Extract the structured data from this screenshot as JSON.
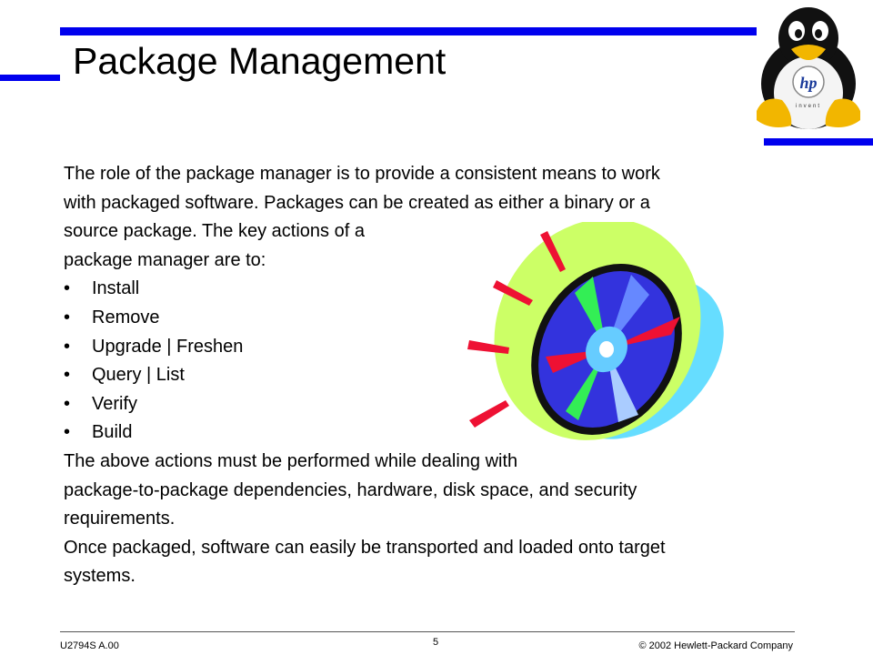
{
  "slide": {
    "title": "Package Management",
    "lines": [
      "The role of the package manager is to provide a consistent means  to work",
      "with packaged software. Packages can be created as either a binary or a",
      "source package. The key actions of a",
      "package manager are to:"
    ],
    "bullet_char": "•",
    "bullets": [
      "Install",
      "Remove",
      "Upgrade | Freshen",
      "Query | List",
      "Verify",
      "Build"
    ],
    "after_lines": [
      "The above actions must be performed while dealing with",
      "package-to-package dependencies, hardware, disk space, and security",
      "requirements.",
      "Once packaged, software can easily be transported and loaded onto target",
      "systems."
    ]
  },
  "logo": {
    "badge_text": "hp",
    "tagline": "invent"
  },
  "footer": {
    "course_code": "U2794S A.00",
    "page_number": "5",
    "copyright": "© 2002 Hewlett-Packard Company"
  },
  "colors": {
    "accent_bar": "#0000ee",
    "cd_halo": "#ccff66",
    "cd_shadow": "#66ddff",
    "cd_disc": "#3333dd",
    "spark": "#ee1133"
  }
}
